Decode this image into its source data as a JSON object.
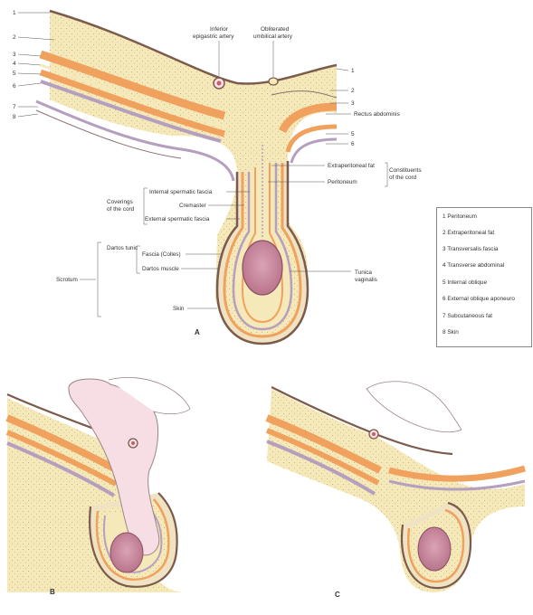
{
  "panels": {
    "a": "A",
    "b": "B",
    "c": "C"
  },
  "left_numbers": [
    "1",
    "2",
    "3",
    "4",
    "5",
    "6",
    "7",
    "8"
  ],
  "right_numbers": [
    "1",
    "2",
    "3",
    "5",
    "6"
  ],
  "labels": {
    "inferior_epigastric": [
      "Inferior",
      "epigastric artery"
    ],
    "obliterated_umbilical": [
      "Obliterated",
      "umbilical artery"
    ],
    "rectus_abdominis": "Rectus abdominis",
    "extraperitoneal_fat": "Extraperitoneal fat",
    "peritoneum": "Peritoneum",
    "constituents": [
      "Constituents",
      "of the cord"
    ],
    "coverings": [
      "Coverings",
      "of the cord"
    ],
    "internal_spermatic_fascia": "Internal spermatic fascia",
    "cremaster": "Cremaster",
    "external_spermatic_fascia": "External spermatic fascia",
    "dartos_tunic": "Dartos tunic",
    "fascia_colles": "Fascia (Colles)",
    "dartos_muscle": "Dartos muscle",
    "scrotum": "Scrotum",
    "skin": "Skin",
    "tunica_vaginalis": [
      "Tunica",
      "vaginalis"
    ]
  },
  "legend": [
    "1  Peritoneum",
    "2  Extraperitoneal fat",
    "3  Transversalis fascia",
    "4  Transverse abdominal",
    "5  Internal oblique",
    "6  External oblique aponeuro",
    "7  Subcutaneous fat",
    "8  Skin"
  ],
  "colors": {
    "fat": "#f6e9b9",
    "muscle_orange": "#f0a15e",
    "fascia_purple": "#b59fbf",
    "skin": "#efe3c4",
    "testis": "#c98aa1",
    "peritoneum_pink": "#f7dde4"
  }
}
